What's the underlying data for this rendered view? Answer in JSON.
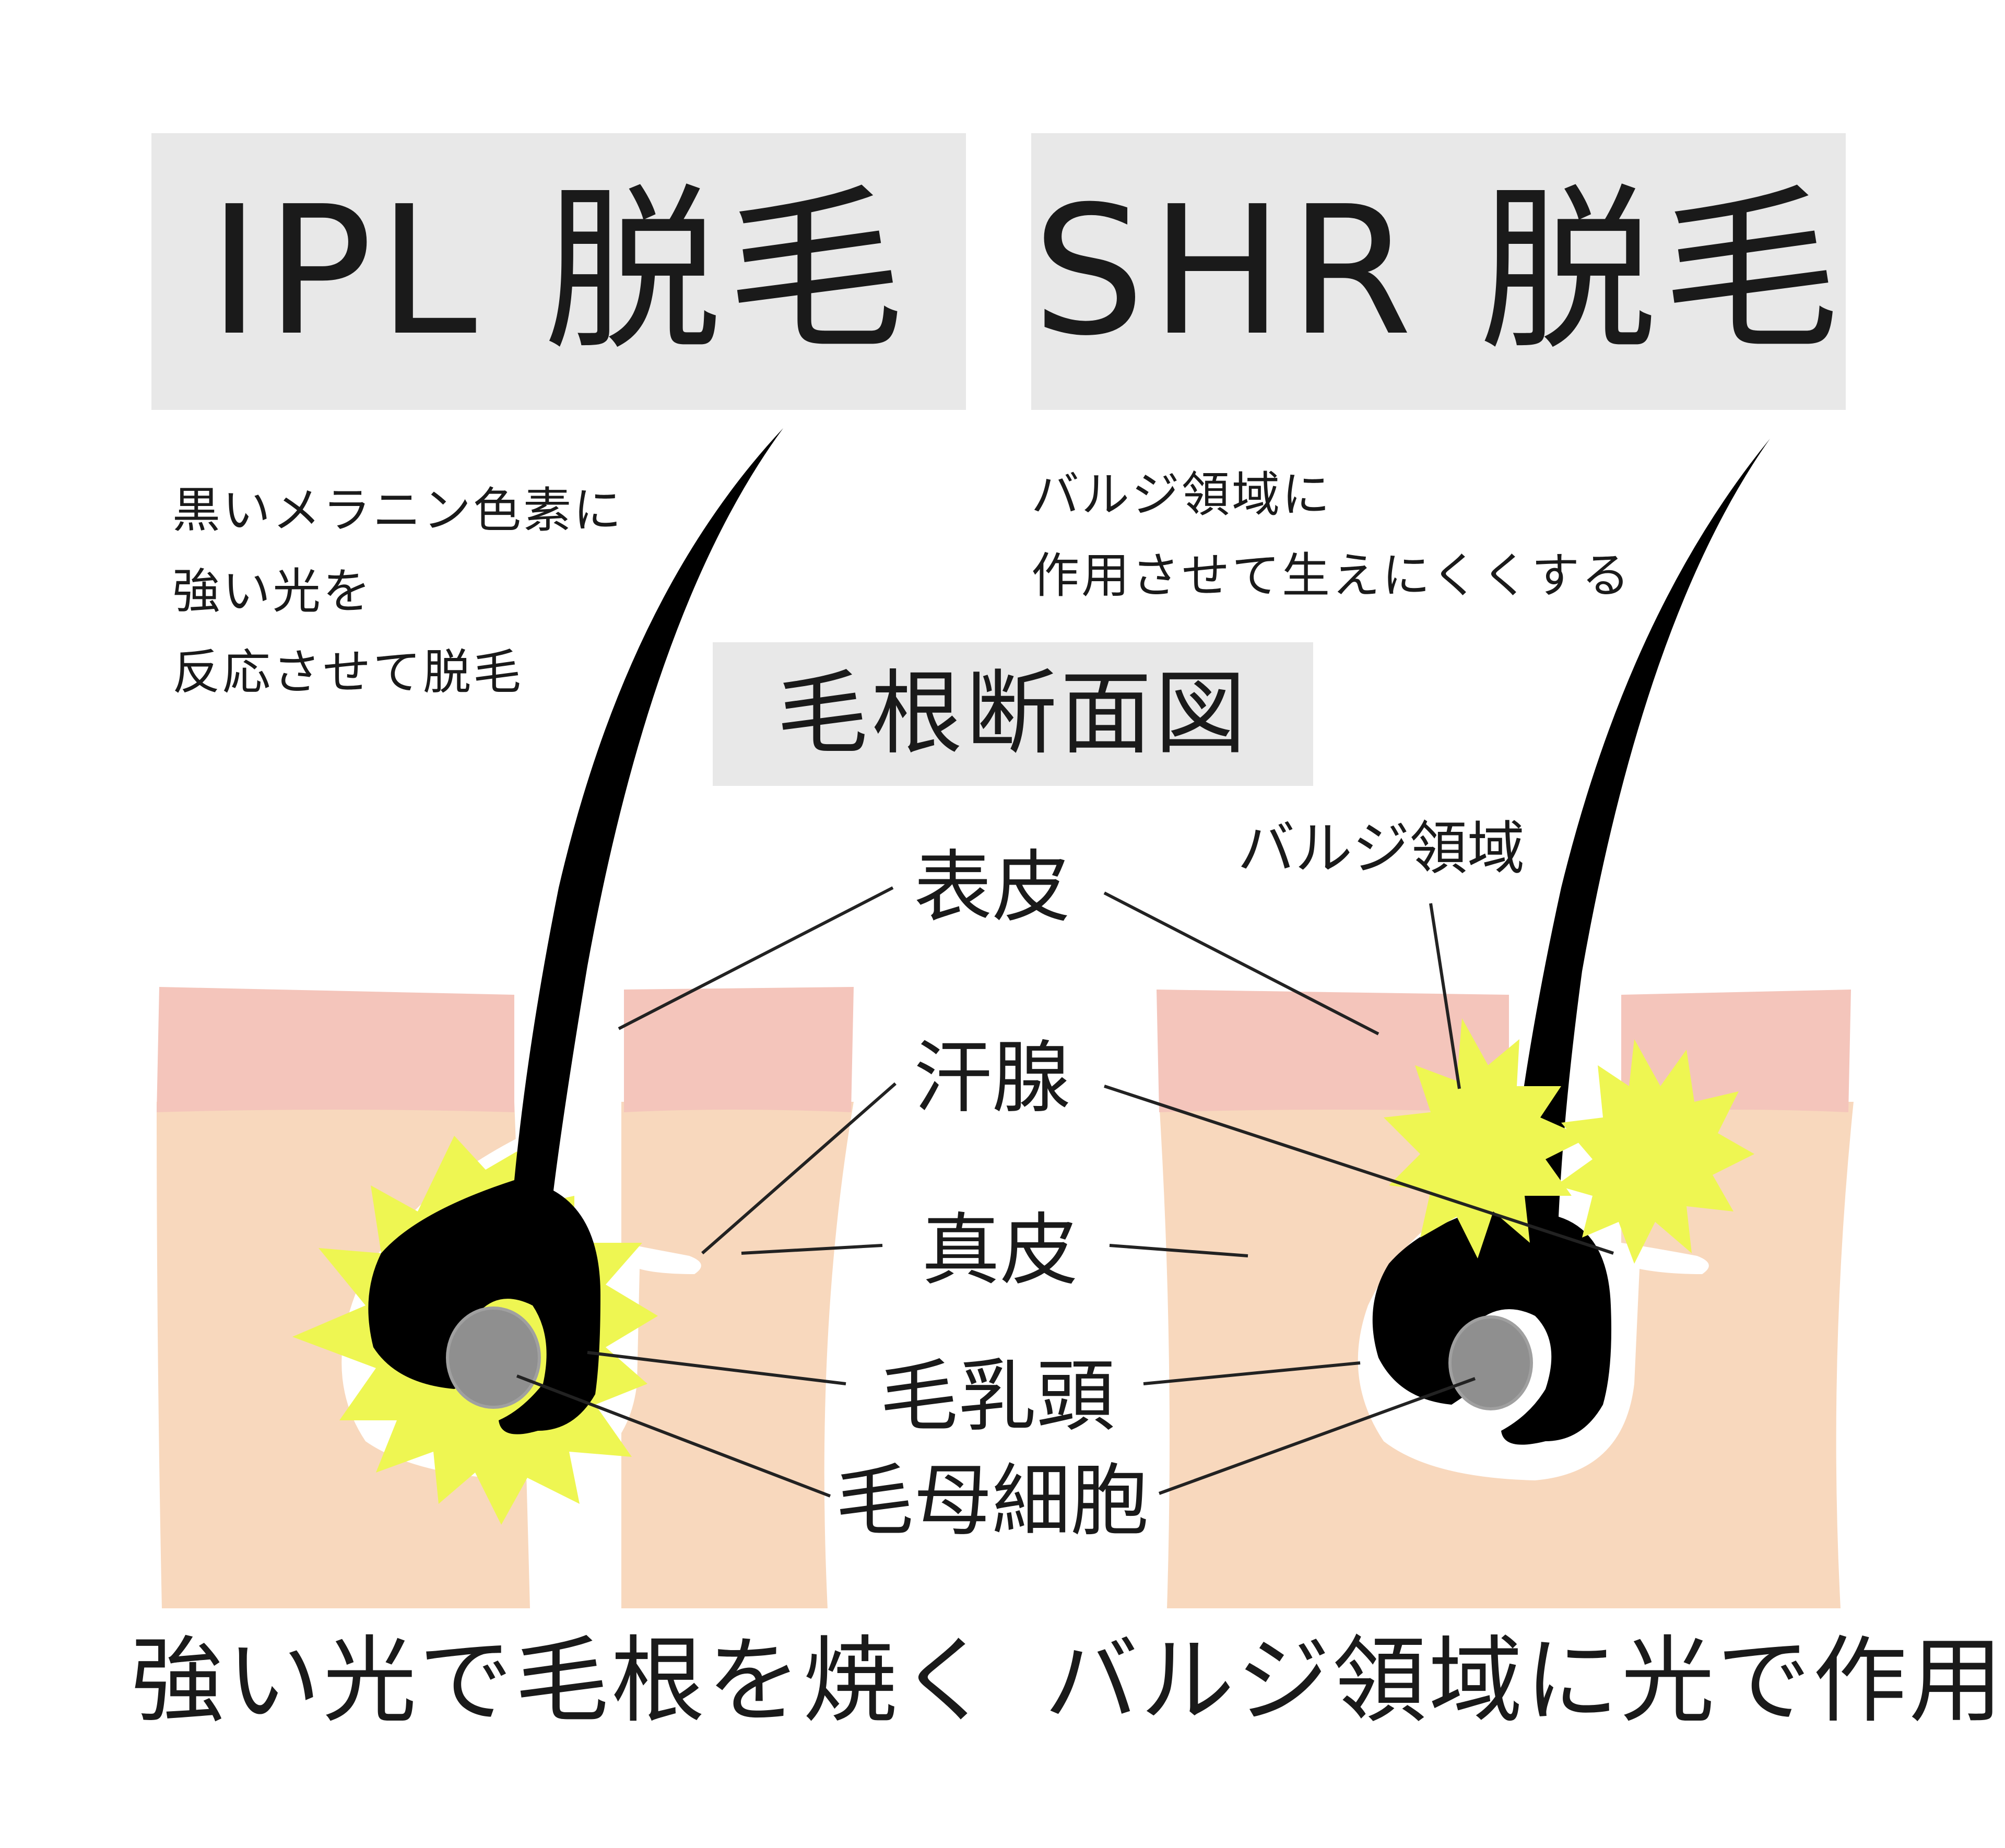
{
  "colors": {
    "epidermis": "#f4c5bb",
    "dermis": "#f8d8bd",
    "title_bg": "#e8e8e8",
    "hair": "#000000",
    "papilla": "#8f8f8f",
    "flash": "#eef652",
    "line": "#222222"
  },
  "ipl": {
    "title": "IPL 脱毛",
    "description": [
      "黒いメラニン色素に",
      "強い光を",
      "反応させて脱毛"
    ],
    "caption": "強い光で毛根を焼く"
  },
  "shr": {
    "title": "SHR 脱毛",
    "description": [
      "バルジ領域に",
      "作用させて生えにくくする"
    ],
    "caption": "バルジ領域に光で作用"
  },
  "cross_section_title": "毛根断面図",
  "labels": {
    "epidermis": "表皮",
    "sweat_gland": "汗腺",
    "dermis": "真皮",
    "papilla": "毛乳頭",
    "matrix_cells": "毛母細胞",
    "bulge": "バルジ領域"
  }
}
